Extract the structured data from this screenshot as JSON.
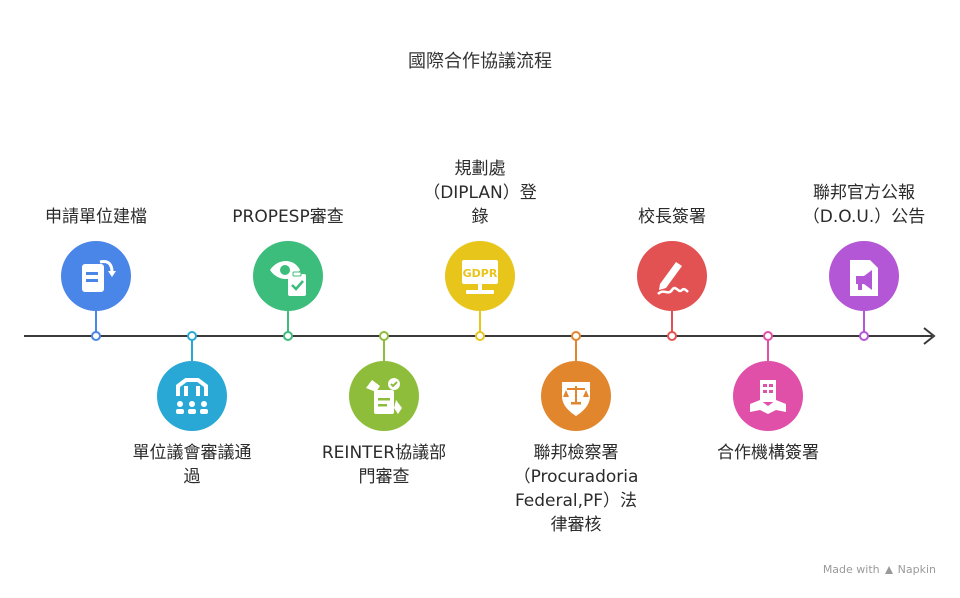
{
  "title": "國際合作協議流程",
  "colors": {
    "axis": "#3a3a3a",
    "step1": "#4a86e8",
    "step2": "#29a8d6",
    "step3": "#3cbd7b",
    "step4": "#8ebd3c",
    "step5": "#e8c51b",
    "step6": "#e2862d",
    "step7": "#e35252",
    "step8": "#e04fa8",
    "step9": "#b457d6"
  },
  "steps": [
    {
      "label_lines": [
        "申請單位建檔"
      ],
      "icon": "document-arrow-icon",
      "position": "above"
    },
    {
      "label_lines": [
        "單位議會審議通",
        "過"
      ],
      "icon": "council-icon",
      "position": "below"
    },
    {
      "label_lines": [
        "PROPESP審查"
      ],
      "icon": "eye-clipboard-icon",
      "position": "above"
    },
    {
      "label_lines": [
        "REINTER協議部",
        "門審查"
      ],
      "icon": "handshake-document-icon",
      "position": "below"
    },
    {
      "label_lines": [
        "規劃處",
        "（DIPLAN）登",
        "錄"
      ],
      "icon": "gdpr-monitor-icon",
      "position": "above"
    },
    {
      "label_lines": [
        "聯邦檢察署",
        "（Procuradoria",
        "Federal,PF）法",
        "律審核"
      ],
      "icon": "scales-shield-icon",
      "position": "below"
    },
    {
      "label_lines": [
        "校長簽署"
      ],
      "icon": "signature-pen-icon",
      "position": "above"
    },
    {
      "label_lines": [
        "合作機構簽署"
      ],
      "icon": "building-handshake-icon",
      "position": "below"
    },
    {
      "label_lines": [
        "聯邦官方公報",
        "（D.O.U.）公告"
      ],
      "icon": "megaphone-document-icon",
      "position": "above"
    }
  ],
  "watermark": {
    "prefix": "Made with",
    "brand": "Napkin"
  }
}
